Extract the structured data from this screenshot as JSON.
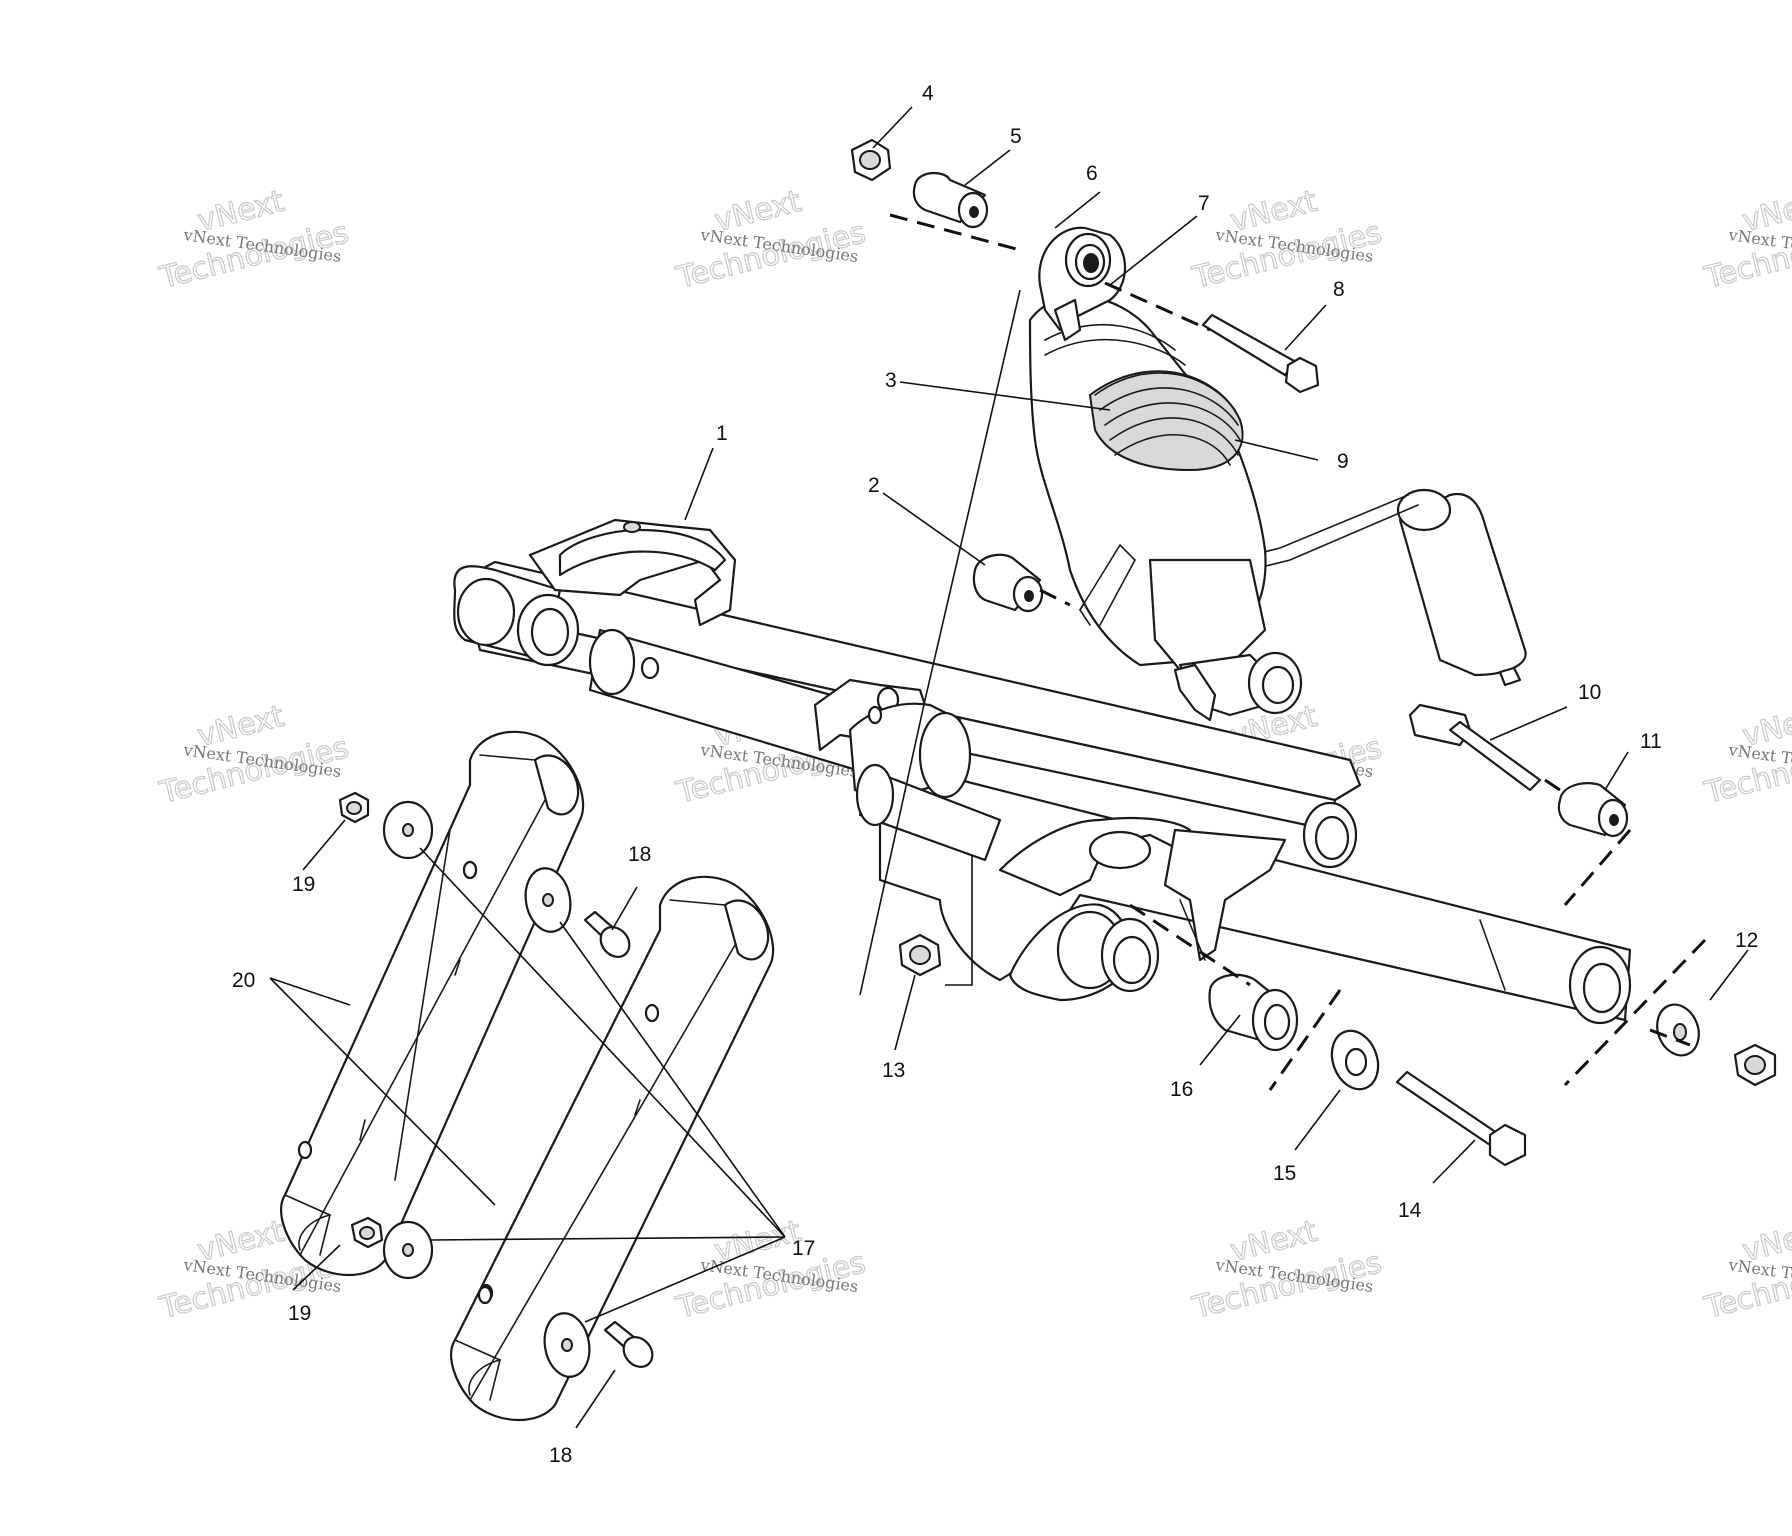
{
  "diagram": {
    "callouts": [
      {
        "id": "c1",
        "text": "1"
      },
      {
        "id": "c2",
        "text": "2"
      },
      {
        "id": "c3",
        "text": "3"
      },
      {
        "id": "c4",
        "text": "4"
      },
      {
        "id": "c5",
        "text": "5"
      },
      {
        "id": "c6",
        "text": "6"
      },
      {
        "id": "c7",
        "text": "7"
      },
      {
        "id": "c8",
        "text": "8"
      },
      {
        "id": "c9",
        "text": "9"
      },
      {
        "id": "c10",
        "text": "10"
      },
      {
        "id": "c11",
        "text": "11"
      },
      {
        "id": "c12",
        "text": "12"
      },
      {
        "id": "c13",
        "text": "13"
      },
      {
        "id": "c14",
        "text": "14"
      },
      {
        "id": "c15",
        "text": "15"
      },
      {
        "id": "c16",
        "text": "16"
      },
      {
        "id": "c17",
        "text": "17"
      },
      {
        "id": "c18a",
        "text": "18"
      },
      {
        "id": "c18b",
        "text": "18"
      },
      {
        "id": "c19a",
        "text": "19"
      },
      {
        "id": "c19b",
        "text": "19"
      },
      {
        "id": "c20",
        "text": "20"
      }
    ],
    "watermark": {
      "line1": "vNext",
      "line2": "vNext Technologies",
      "line3": "Technologies"
    }
  }
}
